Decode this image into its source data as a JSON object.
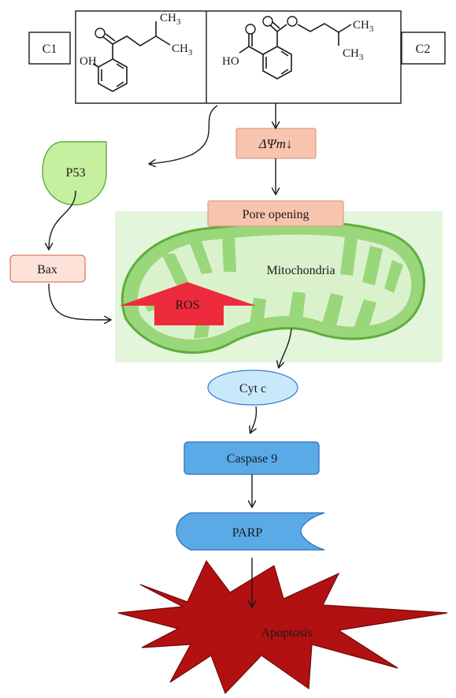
{
  "compounds": {
    "c1_label": "C1",
    "c2_label": "C2",
    "c1_atoms": {
      "ch3_top": "CH",
      "ch3_top_sub": "3",
      "ch3_right": "CH",
      "ch3_right_sub": "3",
      "oh": "OH"
    },
    "c2_atoms": {
      "ch3_top": "CH",
      "ch3_top_sub": "3",
      "ch3_bottom": "CH",
      "ch3_bottom_sub": "3",
      "ho": "HO"
    }
  },
  "nodes": {
    "p53": "P53",
    "delta_psi": "ΔΨm↓",
    "pore_opening": "Pore opening",
    "bax": "Bax",
    "mitochondria": "Mitochondria",
    "ros": "ROS",
    "cyt_c": "Cyt c",
    "caspase9": "Caspase 9",
    "parp": "PARP",
    "apoptosis": "Apoptosis"
  },
  "colors": {
    "p53_fill": "#c6efa0",
    "salmon_fill": "#f9c4ad",
    "bax_fill": "#fde2da",
    "mito_bg": "#e3f6dc",
    "mito_fill": "#9ad67a",
    "mito_inner": "#d9f2cc",
    "ros_fill": "#ee2a3d",
    "cyt_fill": "#c9e9fb",
    "blue_fill": "#5aaae8",
    "apoptosis_fill": "#b31111"
  }
}
